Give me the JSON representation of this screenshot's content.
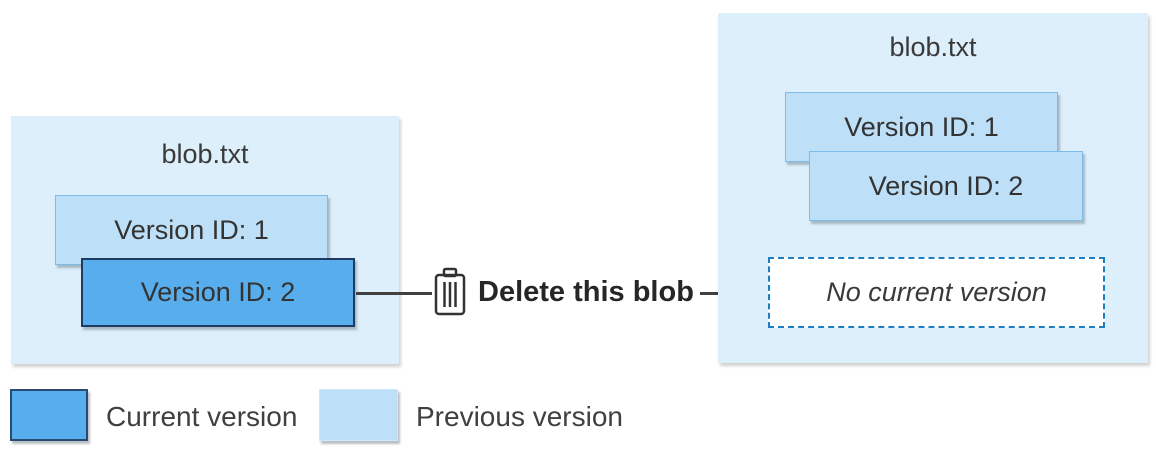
{
  "colors": {
    "current_version": "#58ADED",
    "previous_version": "#BDDFF7",
    "container_background": "#DCEFFA",
    "dashed_border_blue": "#1B7FC5",
    "connector_dark": "#404040",
    "text_dark": "#3A3A3A"
  },
  "before": {
    "title": "blob.txt",
    "versions": [
      {
        "label": "Version ID: 1",
        "state": "previous"
      },
      {
        "label": "Version ID: 2",
        "state": "current"
      }
    ]
  },
  "action": {
    "icon": "trash-icon",
    "label": "Delete this blob"
  },
  "after": {
    "title": "blob.txt",
    "versions": [
      {
        "label": "Version ID: 1",
        "state": "previous"
      },
      {
        "label": "Version ID: 2",
        "state": "previous"
      }
    ],
    "placeholder": "No current version"
  },
  "legend": {
    "items": [
      {
        "label": "Current version",
        "color": "#58ADED"
      },
      {
        "label": "Previous version",
        "color": "#BDDFF7"
      }
    ]
  }
}
